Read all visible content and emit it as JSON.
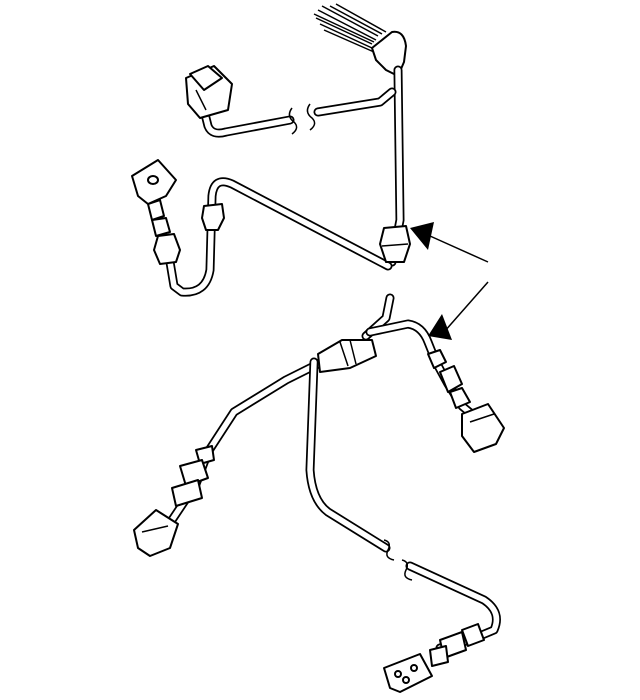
{
  "diagram": {
    "colors": {
      "line": "#000000",
      "background": "#ffffff"
    },
    "parts": [
      {
        "name": "upper-wiring-harness",
        "callout": "arrow"
      },
      {
        "name": "lower-wiring-harness",
        "callout": "arrow"
      }
    ]
  }
}
